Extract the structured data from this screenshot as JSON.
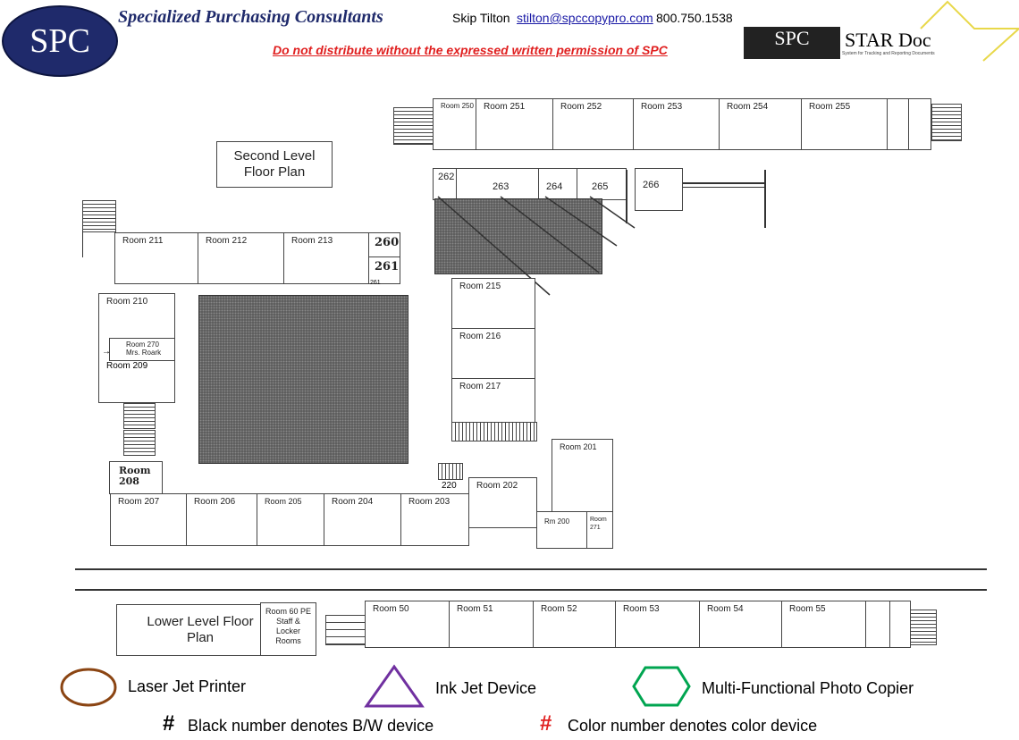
{
  "header": {
    "logo_text": "SPC",
    "company": "Specialized Purchasing Consultants",
    "contact_name": "Skip Tilton",
    "email": "stilton@spccopypro.com",
    "phone": "800.750.1538",
    "warning": "Do not distribute without the expressed written permission of SPC",
    "star_logo_left": "SPC",
    "star_logo_right": "STAR Doc",
    "star_logo_tagline": "System for Tracking and Reporting Documents"
  },
  "upper": {
    "title": "Second Level Floor Plan",
    "rooms": {
      "r250": "Room 250",
      "r251": "Room 251",
      "r252": "Room 252",
      "r253": "Room 253",
      "r254": "Room 254",
      "r255": "Room 255",
      "r262": "262",
      "r263": "263",
      "r264": "264",
      "r265": "265",
      "r266": "266",
      "r211": "Room 211",
      "r212": "Room 212",
      "r213": "Room 213",
      "r260": "260",
      "r261": "261",
      "r261s": "261",
      "r210": "Room 210",
      "r270": "Room 270",
      "r270b": "Mrs. Roark",
      "r209": "Room 209",
      "r215": "Room 215",
      "r216": "Room 216",
      "r217": "Room 217",
      "r208": "Room 208",
      "r207": "Room 207",
      "r206": "Room 206",
      "r205": "Room 205",
      "r204": "Room 204",
      "r203": "Room 203",
      "r220": "220",
      "r202": "Room 202",
      "r201": "Room 201",
      "r200": "Rm 200",
      "r271": "Room 271"
    }
  },
  "lower": {
    "title": "Lower Level Floor Plan",
    "room60": "Room 60 PE Staff & Locker Rooms",
    "rooms": {
      "r50": "Room 50",
      "r51": "Room 51",
      "r52": "Room 52",
      "r53": "Room 53",
      "r54": "Room 54",
      "r55": "Room 55"
    }
  },
  "legend": {
    "laser": "Laser Jet Printer",
    "inkjet": "Ink Jet Device",
    "mfp": "Multi-Functional Photo Copier",
    "hash": "#",
    "bw": "Black number denotes B/W device",
    "color": "Color number denotes color device",
    "colors": {
      "laser": "#8B4513",
      "inkjet": "#7030A0",
      "mfp": "#00A550",
      "red": "#E02020"
    }
  }
}
